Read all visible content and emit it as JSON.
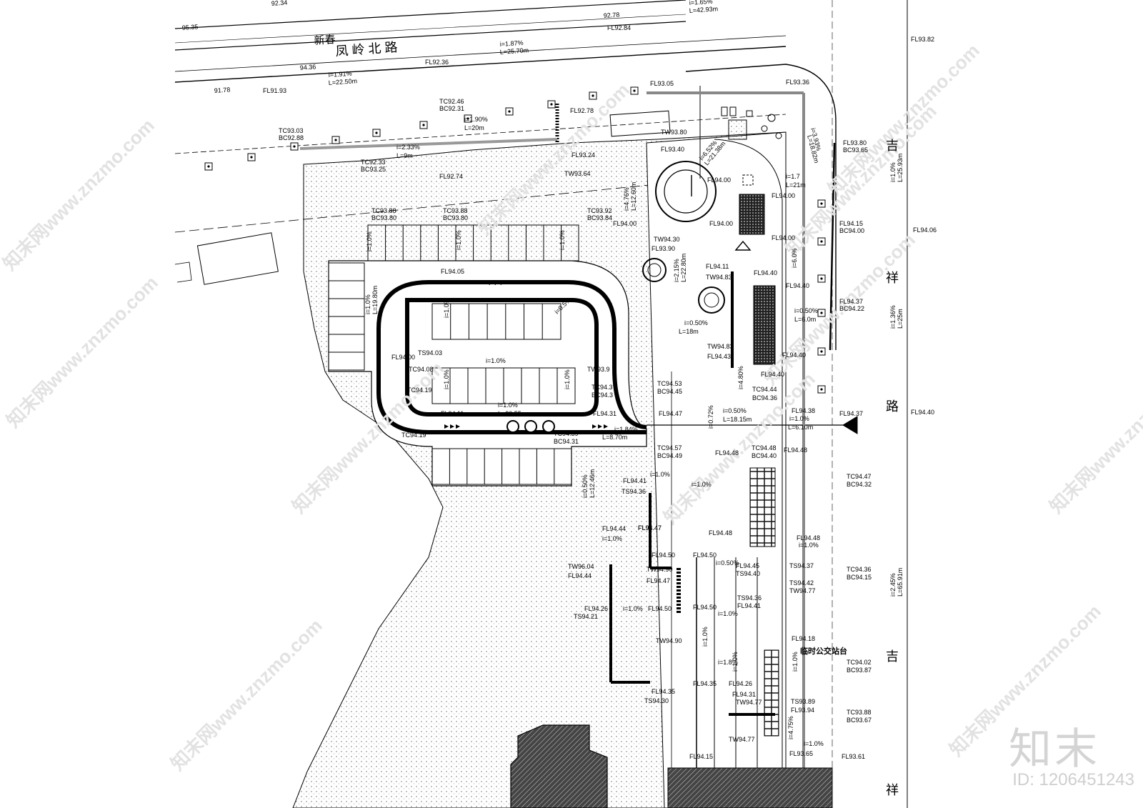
{
  "roads": {
    "north_name": "凤 岭 北 路",
    "north_lane": "新春",
    "east_chars": [
      "吉",
      "祥",
      "路",
      "吉",
      "祥"
    ]
  },
  "road_slopes": [
    "i=1.65%",
    "L=42.93m",
    "i=1.87%",
    "L=25.70m",
    "i=1.91%",
    "L=22.50m",
    "i=1.0%",
    "L=25.93m",
    "i=1.36%",
    "L=25m",
    "i=2.45%",
    "L=65.91m"
  ],
  "spot_levels": [
    "92.34",
    "95.35",
    "92.78",
    "94.36",
    "91.78",
    "FL92.84",
    "FL92.36",
    "FL91.93",
    "FL93.82",
    "FL94.06",
    "FL94.40",
    "FL93.61",
    "FL94.37",
    "TC93.03",
    "BC92.88",
    "TC92.46",
    "BC92.31",
    "TC92.33",
    "BC93.25",
    "FL92.78",
    "FL93.05",
    "FL93.36",
    "FL93.24",
    "TW93.64",
    "FL92.74",
    "TW93.80",
    "FL93.40",
    "FL94.00",
    "FL94.00",
    "FL94.00",
    "FL94.00",
    "FL93.80",
    "BC93.65",
    "FL94.15",
    "BC94.00",
    "TC93.88",
    "BC93.80",
    "TC93.88",
    "BC93.80",
    "TC93.92",
    "BC93.84",
    "FL94.00",
    "TW94.30",
    "FL93.90",
    "FL94.11",
    "TW94.83",
    "FL94.40",
    "FL94.40",
    "FL94.37",
    "BC94.22",
    "TW94.83",
    "FL94.43",
    "FL94.40",
    "FL94.40",
    "FL94.05",
    "TS94.03",
    "FL94.00",
    "TC94.08",
    "TC94.19",
    "TW93.9",
    "TC94.53",
    "BC94.45",
    "TC94.44",
    "BC94.36",
    "TC94.3",
    "BC94.3",
    "FL94.11",
    "FL94.31",
    "FL94.47",
    "TC94.19",
    "TC94.39",
    "BC94.31",
    "TC94.57",
    "BC94.49",
    "FL94.38",
    "TC94.48",
    "BC94.40",
    "FL94.48",
    "FL94.48",
    "TC94.47",
    "BC94.32",
    "FL94.41",
    "TS94.36",
    "FL94.47",
    "FL94.44",
    "FL94.47",
    "FL94.48",
    "FL94.48",
    "TW96.04",
    "FL94.44",
    "FL94.50",
    "TW94.90",
    "FL94.50",
    "FL94.47",
    "FL94.45",
    "TS94.40",
    "TS94.37",
    "TS94.42",
    "TW94.77",
    "TC94.36",
    "BC94.15",
    "FL94.26",
    "TS94.21",
    "FL94.50",
    "FL94.50",
    "TS94.36",
    "FL94.41",
    "TW94.90",
    "FL94.18",
    "TC94.02",
    "BC93.87",
    "FL94.35",
    "TS94.30",
    "FL94.35",
    "FL94.26",
    "FL94.31",
    "TW94.77",
    "TS93.89",
    "FL93.94",
    "TC93.88",
    "BC93.67",
    "TW94.77",
    "FL94.15",
    "FL93.65"
  ],
  "site_slopes": [
    "i=2.33%",
    "L=9m",
    "i=1.90%",
    "L=20m",
    "i=6.52%",
    "L=21.38m",
    "i=3.93%",
    "L=18.82m",
    "i=4.76%",
    "L=12.60m",
    "i=1.7",
    "L=21m",
    "i=6.0%",
    "i=2.15%",
    "L=22.80m",
    "i=0.50%",
    "L=18m",
    "i=0.50%",
    "L=6.0m",
    "i=1.0%",
    "i=1.0%",
    "L=19.80m",
    "i=1.0%",
    "i=1.0%",
    "i=0.5%",
    "i=1.0%",
    "i=1.0%",
    "i=1.0%",
    "i=1.0%",
    "i=1.0%",
    "L=20.55m",
    "i=1.84%",
    "L=8.70m",
    "i=0.72%",
    "i=0.50%",
    "L=18.15m",
    "i=1.0%",
    "L=6.10m",
    "i=4.80%",
    "i=0.50%",
    "L=12.46m",
    "i=1.0%",
    "i=1.0%",
    "i=1.0%",
    "i=1.0%",
    "i=0.50%",
    "i=1.0%",
    "i=1.0%",
    "i=1.0%",
    "i=1.8%",
    "i=1.0%",
    "i=1.0%",
    "i=4.75%",
    "i=1.0%"
  ],
  "notes": {
    "bus_stop": "临时公交站台"
  },
  "watermarks": {
    "site": "知末网www.znzmo.com",
    "brand": "知末",
    "id": "ID: 1206451243"
  }
}
